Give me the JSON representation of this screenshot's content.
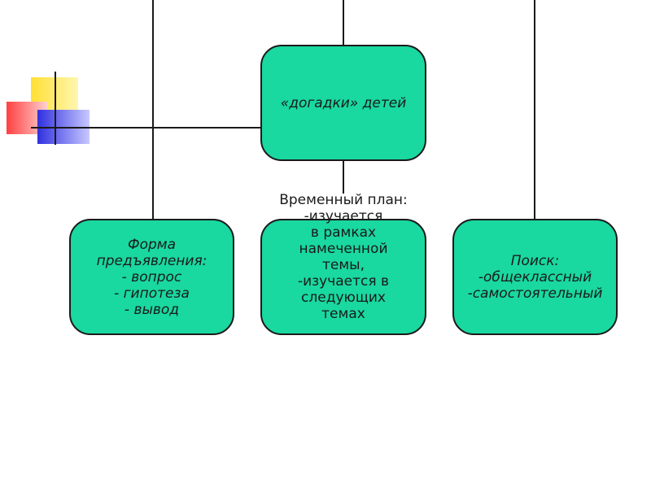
{
  "diagram": {
    "center_node": {
      "label": "«догадки» детей"
    },
    "left_node": {
      "label": "Форма\nпредъявления:\n- вопрос\n- гипотеза\n- вывод"
    },
    "right_node": {
      "label": "Поиск:\n-общеклассный\n-самостоятельный"
    },
    "time_plan_text": "Временный план:\n-изучается\n в рамках\n намеченной\nтемы,\n-изучается в\n следующих\nтемах"
  },
  "colors": {
    "node_fill": "#19d8a0",
    "outline": "#1a1a1a",
    "decor_yellow": "#ffe033",
    "decor_red": "#ff4040",
    "decor_blue": "#3030e0"
  }
}
